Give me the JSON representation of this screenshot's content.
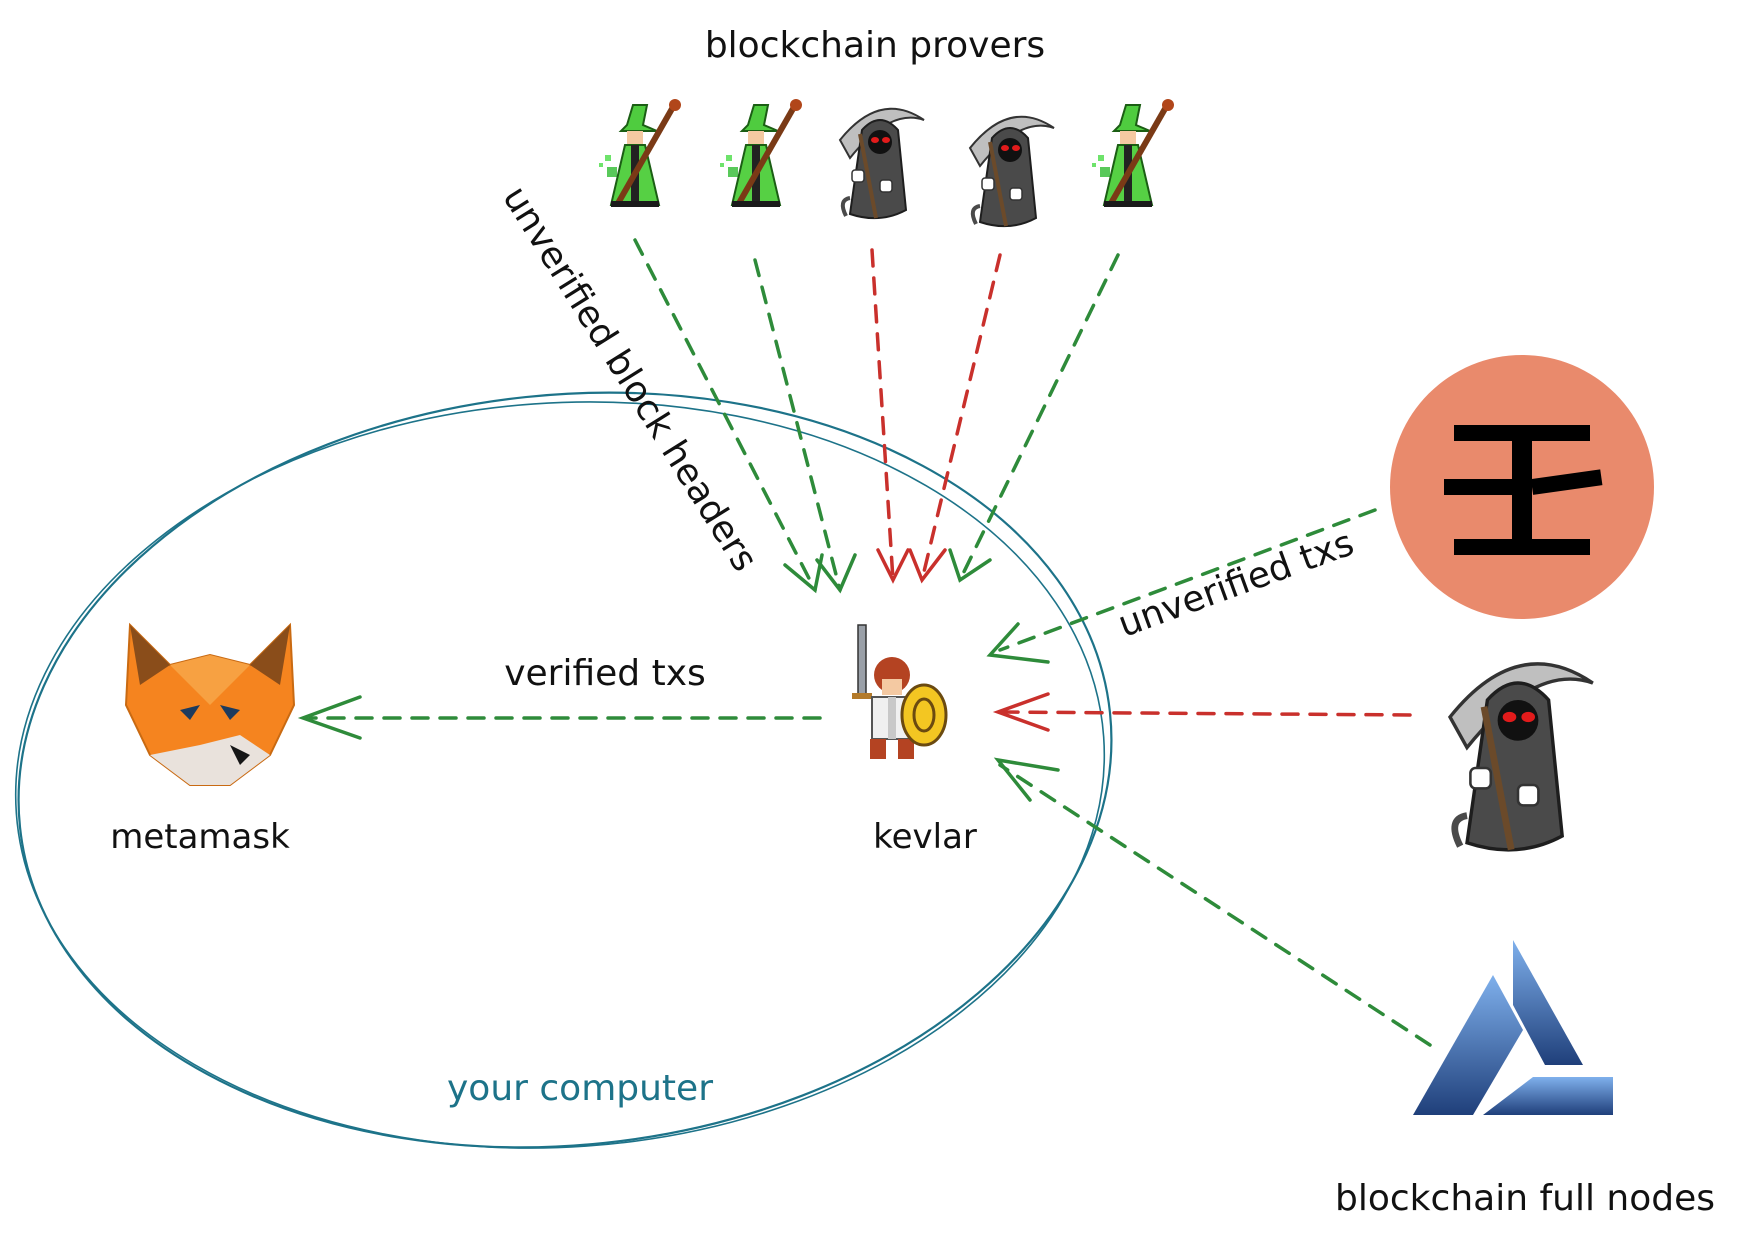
{
  "labels": {
    "provers_title": "blockchain provers",
    "full_nodes_title": "blockchain full nodes",
    "your_computer": "your computer",
    "metamask": "metamask",
    "kevlar": "kevlar",
    "verified_txs": "verified txs",
    "unverified_txs": "unverified txs",
    "unverified_headers": "unverified block headers"
  },
  "nodes": {
    "provers": [
      {
        "kind": "honest",
        "icon": "wizard-icon"
      },
      {
        "kind": "honest",
        "icon": "wizard-icon"
      },
      {
        "kind": "malicious",
        "icon": "grim-reaper-icon"
      },
      {
        "kind": "malicious",
        "icon": "grim-reaper-icon"
      },
      {
        "kind": "honest",
        "icon": "wizard-icon"
      }
    ],
    "full_nodes": [
      {
        "kind": "honest",
        "icon": "orange-circle-logo-icon"
      },
      {
        "kind": "malicious",
        "icon": "grim-reaper-icon"
      },
      {
        "kind": "honest",
        "icon": "blue-triangle-logo-icon"
      }
    ]
  },
  "colors": {
    "honest": "#2e8b3a",
    "malicious": "#c9302c",
    "boundary": "#1d7389",
    "orange_logo": "#e98a6c",
    "fox": "#f5841f",
    "triangle": "#3a6db3"
  }
}
